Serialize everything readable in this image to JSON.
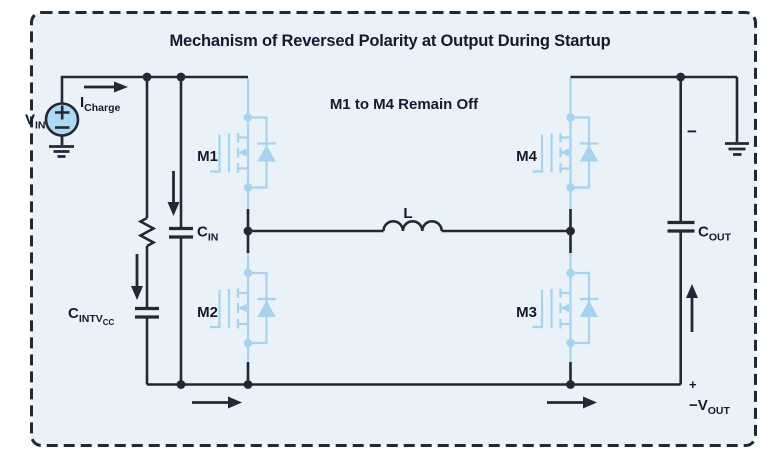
{
  "diagram": {
    "title": "Mechanism of Reversed Polarity at Output During Startup",
    "subtitle": "M1 to M4 Remain Off",
    "colors": {
      "background": "#ffffff",
      "panel_bg": "#eaf2f9",
      "wire": "#232833",
      "text": "#131b2c",
      "off_device_blue": "#a9d2ec",
      "source_fill": "#aed9f3"
    },
    "components": {
      "vin": {
        "base": "V",
        "sub": "IN"
      },
      "icharge": {
        "base": "I",
        "sub": "Charge"
      },
      "cin": {
        "base": "C",
        "sub": "IN"
      },
      "cintvcc": {
        "base": "C",
        "sub": "INTV",
        "subsub": "CC"
      },
      "cout": {
        "base": "C",
        "sub": "OUT"
      },
      "inductor": "L",
      "mosfets": {
        "m1": "M1",
        "m2": "M2",
        "m3": "M3",
        "m4": "M4"
      },
      "output_minus_marker": "−",
      "output_plus_marker": "+",
      "vout": {
        "base": "−V",
        "sub": "OUT"
      }
    }
  }
}
